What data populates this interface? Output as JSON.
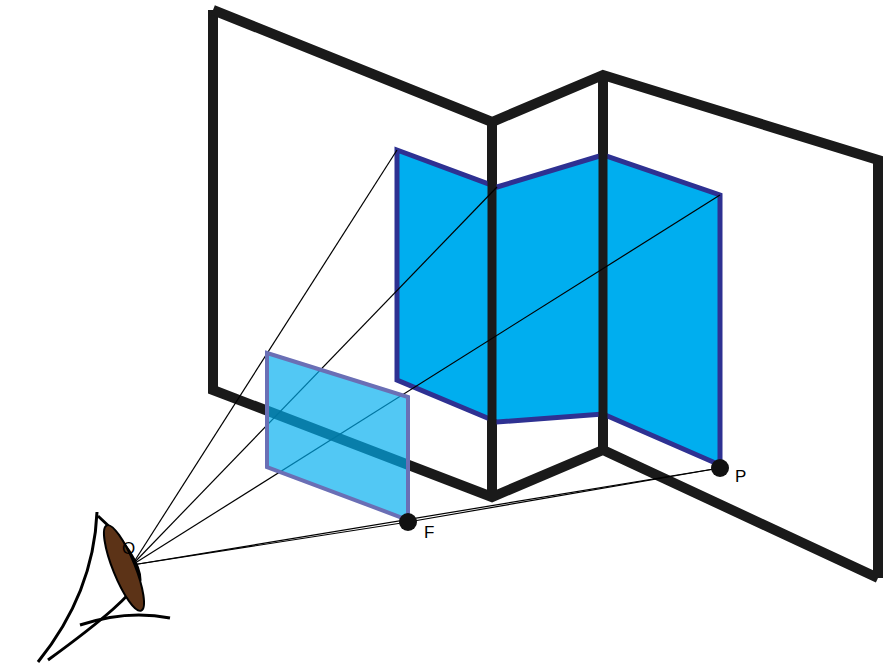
{
  "diagram": {
    "labels": [
      "O",
      "F",
      "P"
    ]
  }
}
